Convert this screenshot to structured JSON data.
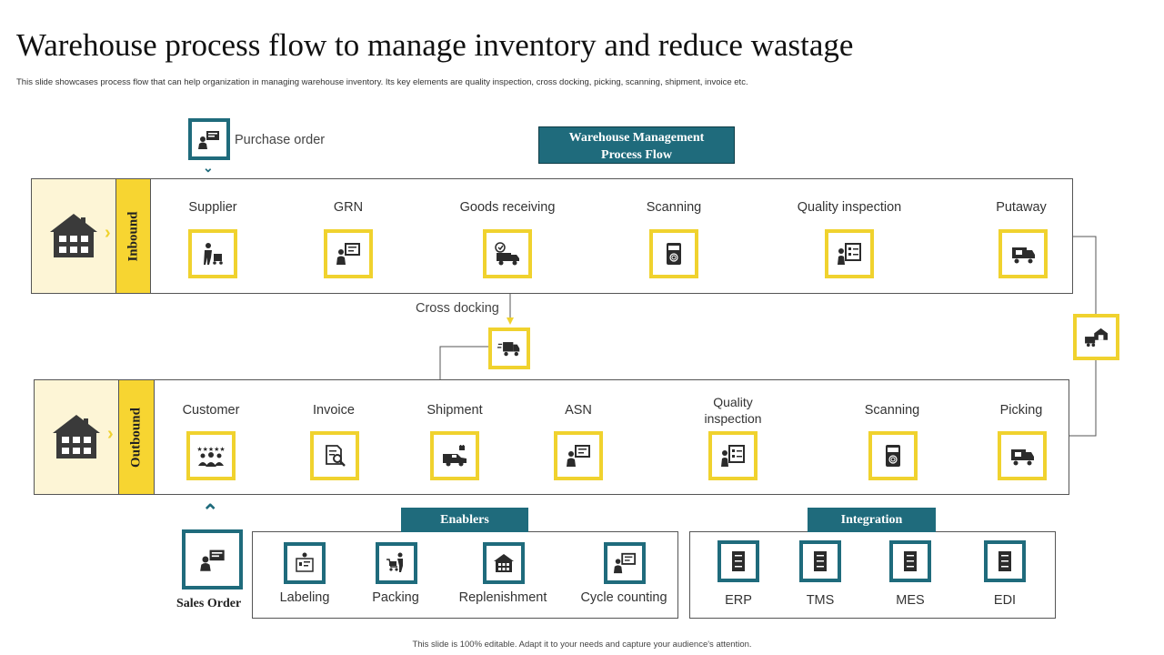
{
  "title": "Warehouse process flow to manage inventory and reduce wastage",
  "subtitle": "This slide showcases process flow that can help organization in managing warehouse inventory. Its key elements are quality inspection, cross docking, picking, scanning, shipment, invoice etc.",
  "header_box": "Warehouse Management Process Flow",
  "purchase_order": "Purchase order",
  "inbound": {
    "label": "Inbound",
    "steps": [
      "Supplier",
      "GRN",
      "Goods receiving",
      "Scanning",
      "Quality inspection",
      "Putaway"
    ]
  },
  "cross_docking": "Cross docking",
  "outbound": {
    "label": "Outbound",
    "steps": [
      "Customer",
      "Invoice",
      "Shipment",
      "ASN",
      "Quality inspection",
      "Scanning",
      "Picking"
    ]
  },
  "sales_order": "Sales Order",
  "enablers": {
    "title": "Enablers",
    "items": [
      "Labeling",
      "Packing",
      "Replenishment",
      "Cycle counting"
    ]
  },
  "integration": {
    "title": "Integration",
    "items": [
      "ERP",
      "TMS",
      "MES",
      "EDI"
    ]
  },
  "footer": "This slide is 100% editable. Adapt it to your needs and capture your audience's attention.",
  "colors": {
    "yellow": "#f0d22e",
    "teal": "#1f6b7c",
    "house_bg": "#fdf5d6"
  },
  "icons": {
    "house": "warehouse-icon",
    "supplier": "worker-cart-icon",
    "grn": "presenter-board-icon",
    "goods_receiving": "delivery-truck-icon",
    "scanning": "scanner-icon",
    "quality": "checklist-icon",
    "putaway": "truck-icon",
    "cross_docking": "fast-truck-icon",
    "customer": "customers-group-icon",
    "invoice": "invoice-search-icon",
    "shipment": "van-icon",
    "asn": "presenter-board-icon",
    "picking": "truck-icon"
  }
}
